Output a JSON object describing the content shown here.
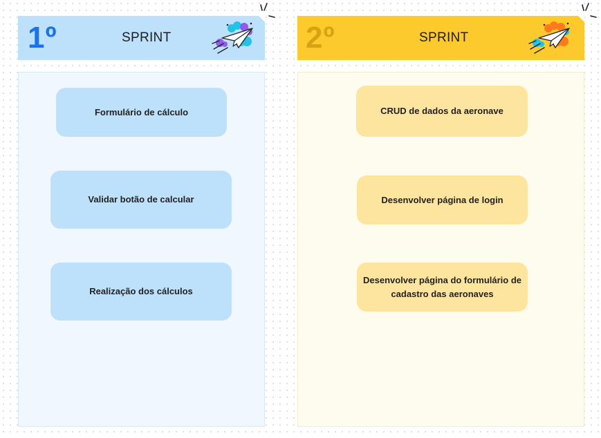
{
  "colors": {
    "sprint1_header": "#bde0fb",
    "sprint1_number": "#1a73e8",
    "sprint1_column": "#f0f7fe",
    "sprint1_card": "#bde0fb",
    "sprint2_header": "#fdca2e",
    "sprint2_number": "#d8a312",
    "sprint2_column": "#fefcef",
    "sprint2_card": "#fde59f"
  },
  "sprints": [
    {
      "number": "1º",
      "title": "SPRINT",
      "icon": "paper-plane-icon",
      "tasks": [
        "Formulário de cálculo",
        "Validar botão de calcular",
        "Realização dos cálculos"
      ]
    },
    {
      "number": "2º",
      "title": "SPRINT",
      "icon": "paper-plane-icon",
      "tasks": [
        "CRUD de dados da aeronave",
        "Desenvolver página de login",
        "Desenvolver página do formulário de cadastro das aeronaves"
      ]
    }
  ]
}
